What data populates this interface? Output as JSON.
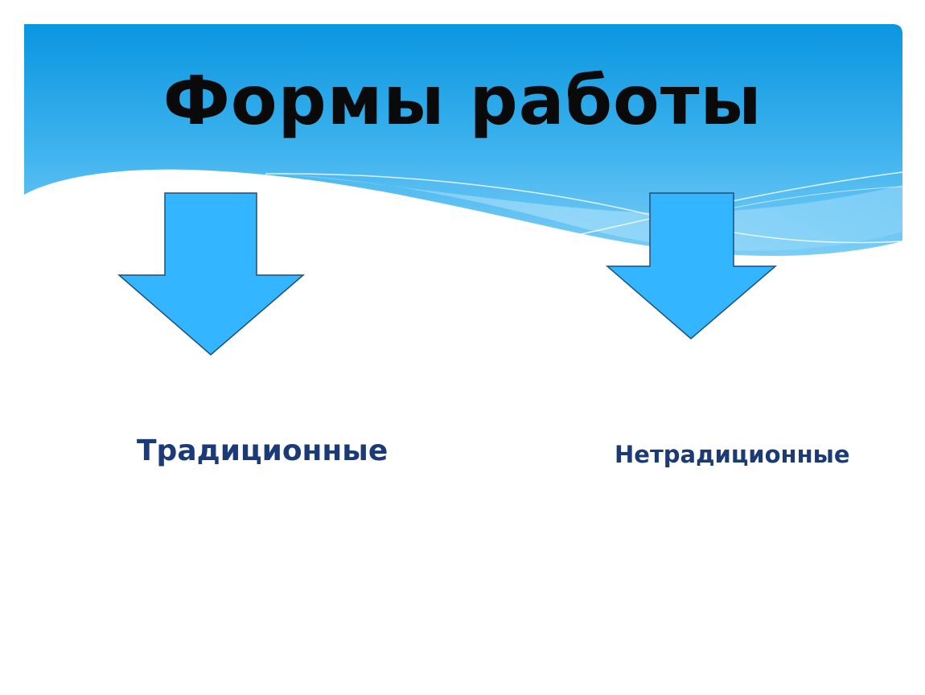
{
  "slide": {
    "title": "Формы работы",
    "branches": [
      {
        "label": "Традиционные"
      },
      {
        "label": "Нетрадиционные"
      }
    ]
  },
  "colors": {
    "banner_top": "#0a96e0",
    "banner_bottom": "#7ccdf6",
    "arrow_fill": "#33b5ff",
    "arrow_stroke": "#1f4f7a",
    "title_text": "#0a0a0a",
    "label_text": "#1b3a78"
  }
}
